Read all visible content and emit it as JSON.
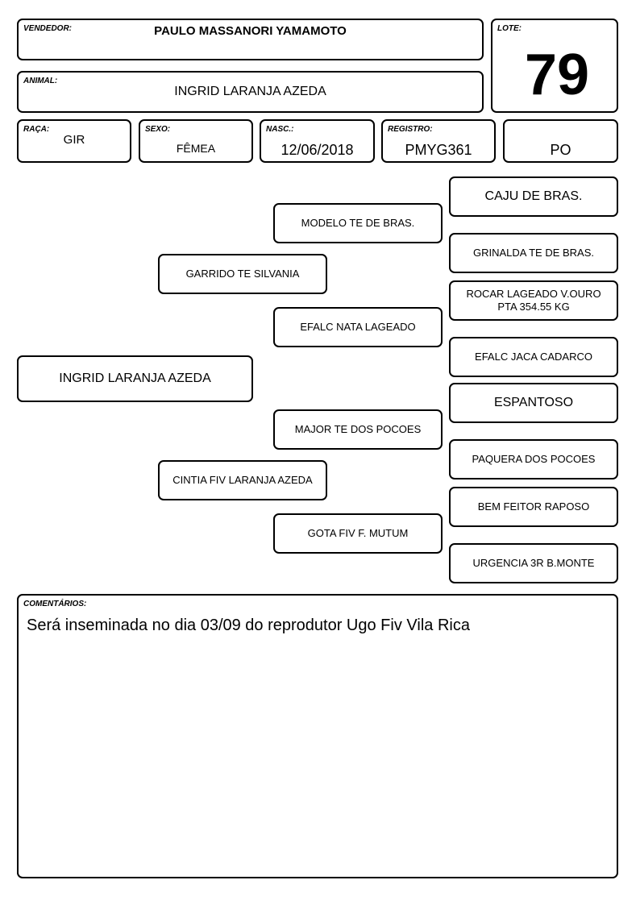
{
  "header": {
    "vendedor": {
      "label": "VENDEDOR:",
      "value": "PAULO MASSANORI YAMAMOTO"
    },
    "lote": {
      "label": "LOTE:",
      "value": "79"
    },
    "animal": {
      "label": "ANIMAL:",
      "value": "INGRID LARANJA AZEDA"
    },
    "raca": {
      "label": "RAÇA:",
      "value": "GIR"
    },
    "sexo": {
      "label": "SEXO:",
      "value": "FÊMEA"
    },
    "nasc": {
      "label": "NASC.:",
      "value": "12/06/2018"
    },
    "registro": {
      "label": "REGISTRO:",
      "value": "PMYG361"
    },
    "categoria": {
      "value": "PO"
    }
  },
  "pedigree": {
    "animal": "INGRID LARANJA AZEDA",
    "pai": "GARRIDO TE SILVANIA",
    "mae": "CINTIA FIV LARANJA AZEDA",
    "avo_paterno": "MODELO TE DE BRAS.",
    "avo_paterna": "EFALC NATA LAGEADO",
    "avo_materno": "MAJOR TE DOS POCOES",
    "avo_materna": "GOTA FIV F. MUTUM",
    "bisavos": [
      "CAJU DE BRAS.",
      "GRINALDA TE DE BRAS.",
      "ROCAR LAGEADO V.OURO PTA 354.55 KG",
      "EFALC JACA CADARCO",
      "ESPANTOSO",
      "PAQUERA DOS POCOES",
      "BEM FEITOR RAPOSO",
      "URGENCIA 3R B.MONTE"
    ]
  },
  "comentarios": {
    "label": "COMENTÁRIOS:",
    "text": "Será inseminada no dia 03/09 do reprodutor Ugo Fiv Vila Rica"
  }
}
